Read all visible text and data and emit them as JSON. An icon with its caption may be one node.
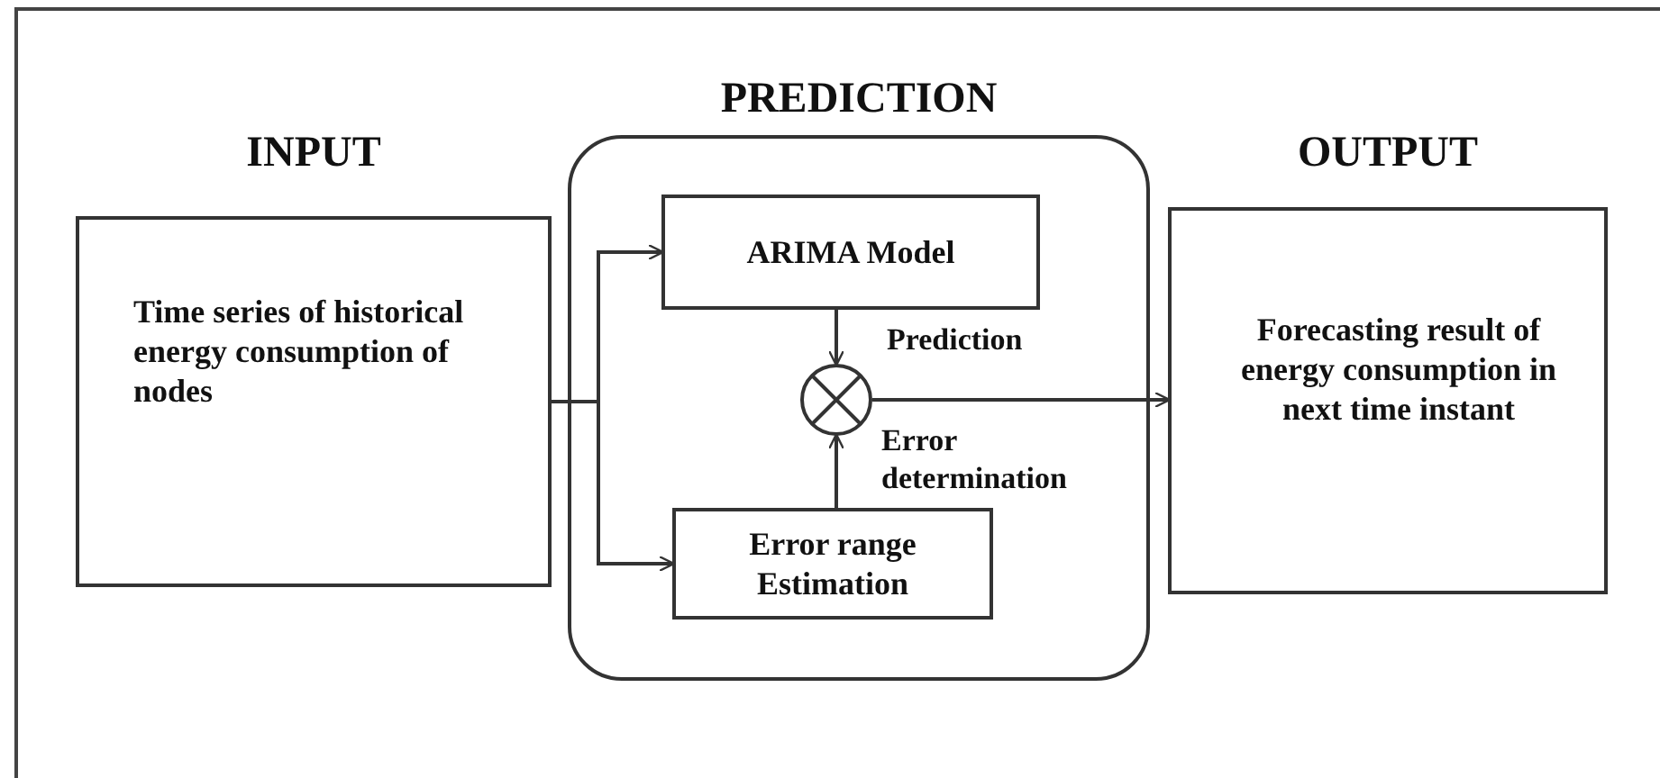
{
  "diagram": {
    "nodes": [
      {
        "text": [
          "INPUT",
          "Time series of historical energy consumption of nodes"
        ]
      },
      {
        "text": [
          "PREDICTION"
        ]
      },
      {
        "text": [
          "ARIMA Model"
        ],
        "in": 1
      },
      {
        "text": [],
        "shape": "circle",
        "in": 1
      },
      {
        "text": [
          "Error range Estimation"
        ],
        "in": 1
      },
      {
        "text": [
          "OUTPUT",
          "Forecasting result of energy consumption in next time instant"
        ]
      }
    ],
    "edges": [
      {
        "from": 0,
        "to": 2,
        "arrow": "to"
      },
      {
        "from": 0,
        "to": 4,
        "arrow": "to"
      },
      {
        "from": 2,
        "to": 3,
        "arrow": "to",
        "label": "Prediction"
      },
      {
        "from": 4,
        "to": 3,
        "arrow": "to",
        "label": "Error determination"
      },
      {
        "from": 3,
        "to": 5,
        "arrow": "to"
      }
    ]
  }
}
